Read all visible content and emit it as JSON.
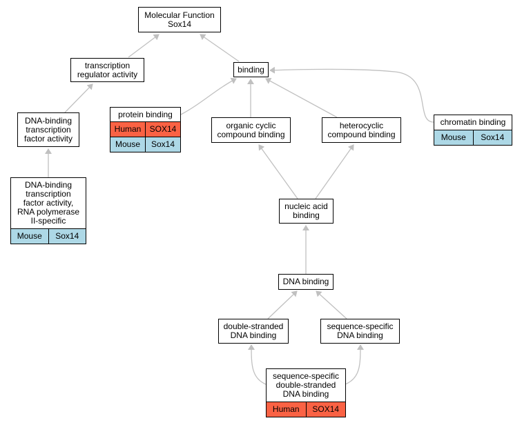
{
  "colors": {
    "human": "#fa6244",
    "mouse": "#add8e6",
    "edge": "#c0c0c0"
  },
  "nodes": {
    "root": {
      "label": "Molecular Function\nSox14"
    },
    "transcription_regulator": {
      "label": "transcription\nregulator activity"
    },
    "binding": {
      "label": "binding"
    },
    "dna_binding_tf": {
      "label": "DNA-binding\ntranscription\nfactor activity"
    },
    "protein_binding": {
      "label": "protein binding",
      "annotations": [
        {
          "species": "Human",
          "gene": "SOX14"
        },
        {
          "species": "Mouse",
          "gene": "Sox14"
        }
      ]
    },
    "organic_cyclic": {
      "label": "organic cyclic\ncompound binding"
    },
    "heterocyclic": {
      "label": "heterocyclic\ncompound binding"
    },
    "chromatin_binding": {
      "label": "chromatin binding",
      "annotations": [
        {
          "species": "Mouse",
          "gene": "Sox14"
        }
      ]
    },
    "rna_pol_tf": {
      "label": "DNA-binding\ntranscription\nfactor activity,\nRNA polymerase\nII-specific",
      "annotations": [
        {
          "species": "Mouse",
          "gene": "Sox14"
        }
      ]
    },
    "nucleic_acid": {
      "label": "nucleic acid\nbinding"
    },
    "dna_binding": {
      "label": "DNA binding"
    },
    "ds_dna": {
      "label": "double-stranded\nDNA binding"
    },
    "ss_dna": {
      "label": "sequence-specific\nDNA binding"
    },
    "ss_ds_dna": {
      "label": "sequence-specific\ndouble-stranded\nDNA binding",
      "annotations": [
        {
          "species": "Human",
          "gene": "SOX14"
        }
      ]
    }
  }
}
